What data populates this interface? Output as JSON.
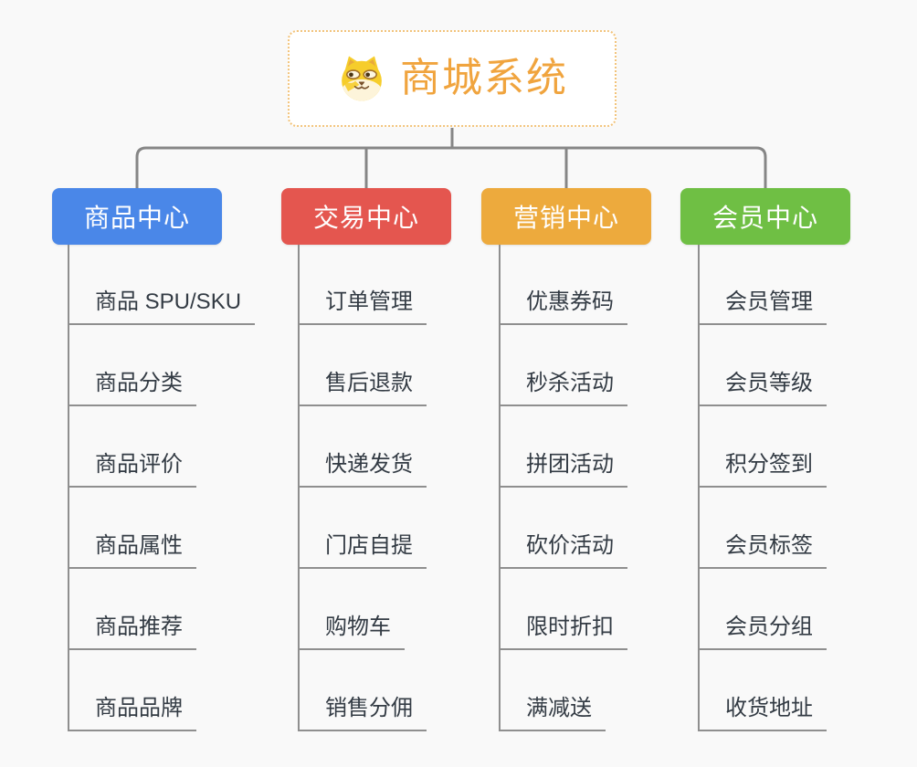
{
  "root": {
    "title": "商城系统",
    "icon": "doge-face-icon"
  },
  "branches": [
    {
      "label": "商品中心",
      "color": "#4a87e8",
      "items": [
        "商品 SPU/SKU",
        "商品分类",
        "商品评价",
        "商品属性",
        "商品推荐",
        "商品品牌"
      ]
    },
    {
      "label": "交易中心",
      "color": "#e4564f",
      "items": [
        "订单管理",
        "售后退款",
        "快递发货",
        "门店自提",
        "购物车",
        "销售分佣"
      ]
    },
    {
      "label": "营销中心",
      "color": "#edaa3d",
      "items": [
        "优惠券码",
        "秒杀活动",
        "拼团活动",
        "砍价活动",
        "限时折扣",
        "满减送"
      ]
    },
    {
      "label": "会员中心",
      "color": "#6fbf44",
      "items": [
        "会员管理",
        "会员等级",
        "积分签到",
        "会员标签",
        "会员分组",
        "收货地址"
      ]
    }
  ],
  "colors": {
    "background": "#f9f9f9",
    "connector": "#868686",
    "leaf_line": "#8f8f8f",
    "leaf_text": "#333b44",
    "root_text": "#f0a43e",
    "root_border": "#f2c37a"
  }
}
